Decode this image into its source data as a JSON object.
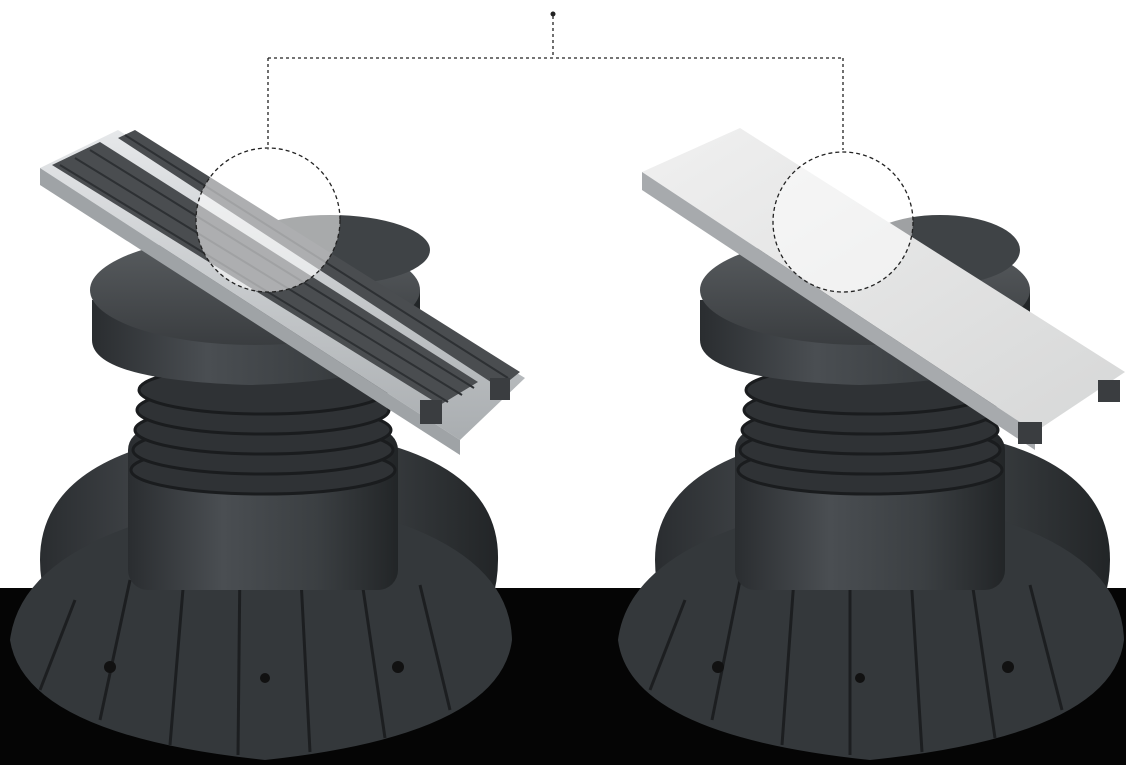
{
  "image": {
    "subject": "pedestal-with-rail",
    "products": [
      {
        "name": "pedestal-left",
        "rail": "rubber-strip-rail"
      },
      {
        "name": "pedestal-right",
        "rail": "smooth-cover-rail"
      }
    ],
    "colors": {
      "background": "#ffffff",
      "floor": "#050505",
      "plastic": "#3d4144",
      "plastic_dark": "#26292b",
      "aluminium": "#c9ccce",
      "rubber": "#4a4d50",
      "cover": "#e2e3e3"
    }
  }
}
